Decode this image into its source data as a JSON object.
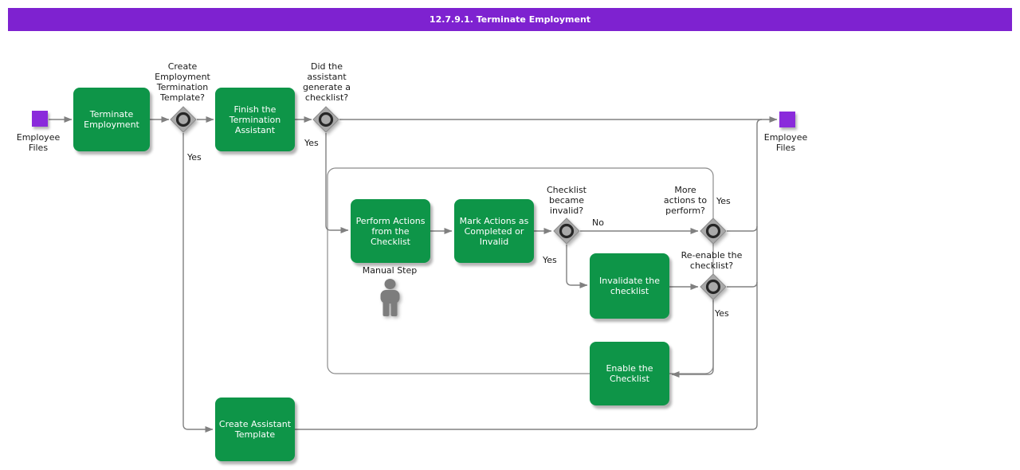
{
  "title": "12.7.9.1. Terminate Employment",
  "nodes": {
    "employee_files_start": "Employee\nFiles",
    "employee_files_end": "Employee\nFiles",
    "terminate_employment": "Terminate\nEmployment",
    "finish_termination_assistant": "Finish the\nTermination\nAssistant",
    "perform_actions": "Perform Actions\nfrom the\nChecklist",
    "mark_actions": "Mark Actions as\nCompleted or\nInvalid",
    "invalidate_checklist": "Invalidate the\nchecklist",
    "enable_checklist": "Enable the\nChecklist",
    "create_assistant_template": "Create Assistant\nTemplate"
  },
  "gateways": {
    "create_template_q": "Create\nEmployment\nTermination\nTemplate?",
    "generated_checklist_q": "Did the\nassistant\ngenerate a\nchecklist?",
    "became_invalid_q": "Checklist\nbecame\ninvalid?",
    "more_actions_q": "More\nactions to\nperform?",
    "reenable_q": "Re-enable the\nchecklist?"
  },
  "edge_labels": {
    "g1_yes": "Yes",
    "g2_yes": "Yes",
    "g3_no": "No",
    "g3_yes": "Yes",
    "g4_yes": "Yes",
    "g5_yes": "Yes"
  },
  "annotations": {
    "manual_step": "Manual Step"
  },
  "colors": {
    "title_bar": "#7E22D0",
    "event_square": "#8A2BDB",
    "activity_green": "#0E9548",
    "gateway_gray": "#A9A9A9",
    "connector_gray": "#808080"
  }
}
